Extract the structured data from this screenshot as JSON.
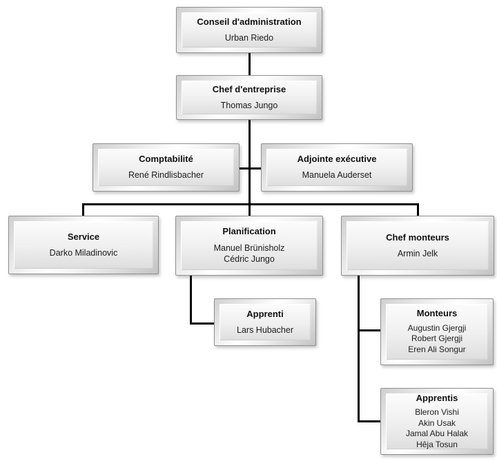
{
  "org_chart": {
    "nodes": {
      "conseil": {
        "title": "Conseil d'administration",
        "members": [
          "Urban Riedo"
        ]
      },
      "chef_entreprise": {
        "title": "Chef d'entreprise",
        "members": [
          "Thomas Jungo"
        ]
      },
      "comptabilite": {
        "title": "Comptabilité",
        "members": [
          "René Rindlisbacher"
        ]
      },
      "adjointe": {
        "title": "Adjointe exécutive",
        "members": [
          "Manuela Auderset"
        ]
      },
      "service": {
        "title": "Service",
        "members": [
          "Darko Miladinovic"
        ]
      },
      "planification": {
        "title": "Planification",
        "members": [
          "Manuel Brünisholz",
          "Cédric Jungo"
        ]
      },
      "chef_monteurs": {
        "title": "Chef monteurs",
        "members": [
          "Armin Jelk"
        ]
      },
      "apprenti": {
        "title": "Apprenti",
        "members": [
          "Lars Hubacher"
        ]
      },
      "monteurs": {
        "title": "Monteurs",
        "members": [
          "Augustin Gjergji",
          "Robert Gjergji",
          "Eren Ali Songur"
        ]
      },
      "apprentis": {
        "title": "Apprentis",
        "members": [
          "Bleron Vishi",
          "Akin Usak",
          "Jamal Abu Halak",
          "Hêja Tosun"
        ]
      }
    },
    "edges": [
      {
        "from": "conseil",
        "to": "chef_entreprise"
      },
      {
        "from": "chef_entreprise",
        "to": "comptabilite"
      },
      {
        "from": "chef_entreprise",
        "to": "adjointe"
      },
      {
        "from": "chef_entreprise",
        "to": "service"
      },
      {
        "from": "chef_entreprise",
        "to": "planification"
      },
      {
        "from": "chef_entreprise",
        "to": "chef_monteurs"
      },
      {
        "from": "planification",
        "to": "apprenti"
      },
      {
        "from": "chef_monteurs",
        "to": "monteurs"
      },
      {
        "from": "chef_monteurs",
        "to": "apprentis"
      }
    ],
    "colors": {
      "connector": "#000000",
      "node_border": "#8f8f8f",
      "node_fill_top": "#fcfcfc",
      "node_fill_bottom": "#dedede",
      "text": "#1c1c1c"
    }
  }
}
